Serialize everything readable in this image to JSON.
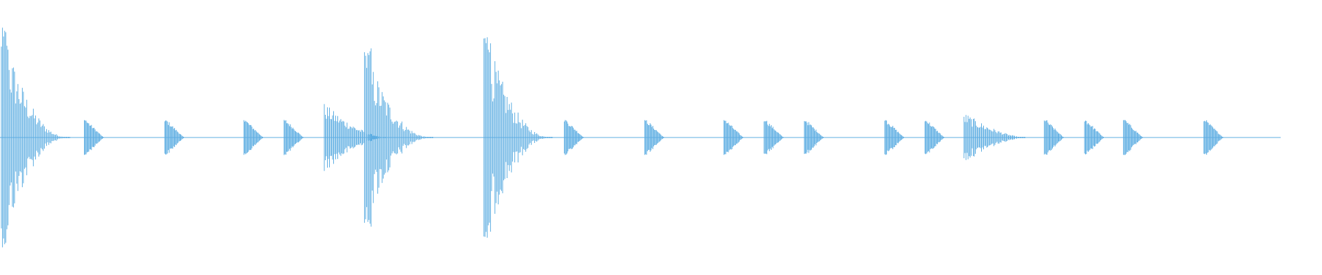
{
  "waveform": {
    "color": "#5dade2",
    "background": "#ffffff",
    "hits": [
      {
        "time": 0.0,
        "amp": 1.0,
        "decay": 0.4,
        "kind": "kick"
      },
      {
        "time": 0.066,
        "amp": 0.16,
        "decay": 0.3,
        "kind": "tick"
      },
      {
        "time": 0.13,
        "amp": 0.16,
        "decay": 0.3,
        "kind": "tick"
      },
      {
        "time": 0.193,
        "amp": 0.16,
        "decay": 0.3,
        "kind": "tick"
      },
      {
        "time": 0.225,
        "amp": 0.16,
        "decay": 0.3,
        "kind": "tick"
      },
      {
        "time": 0.257,
        "amp": 0.3,
        "decay": 0.5,
        "kind": "snare"
      },
      {
        "time": 0.289,
        "amp": 0.82,
        "decay": 0.42,
        "kind": "kick"
      },
      {
        "time": 0.384,
        "amp": 0.98,
        "decay": 0.4,
        "kind": "kick"
      },
      {
        "time": 0.448,
        "amp": 0.16,
        "decay": 0.3,
        "kind": "tick"
      },
      {
        "time": 0.512,
        "amp": 0.16,
        "decay": 0.3,
        "kind": "tick"
      },
      {
        "time": 0.575,
        "amp": 0.16,
        "decay": 0.3,
        "kind": "tick"
      },
      {
        "time": 0.607,
        "amp": 0.16,
        "decay": 0.3,
        "kind": "tick"
      },
      {
        "time": 0.639,
        "amp": 0.16,
        "decay": 0.3,
        "kind": "tick"
      },
      {
        "time": 0.703,
        "amp": 0.16,
        "decay": 0.3,
        "kind": "tick"
      },
      {
        "time": 0.735,
        "amp": 0.16,
        "decay": 0.3,
        "kind": "tick"
      },
      {
        "time": 0.766,
        "amp": 0.22,
        "decay": 0.6,
        "kind": "snare"
      },
      {
        "time": 0.83,
        "amp": 0.16,
        "decay": 0.3,
        "kind": "tick"
      },
      {
        "time": 0.862,
        "amp": 0.16,
        "decay": 0.3,
        "kind": "tick"
      },
      {
        "time": 0.893,
        "amp": 0.16,
        "decay": 0.3,
        "kind": "tick"
      },
      {
        "time": 0.957,
        "amp": 0.16,
        "decay": 0.3,
        "kind": "tick"
      }
    ]
  }
}
